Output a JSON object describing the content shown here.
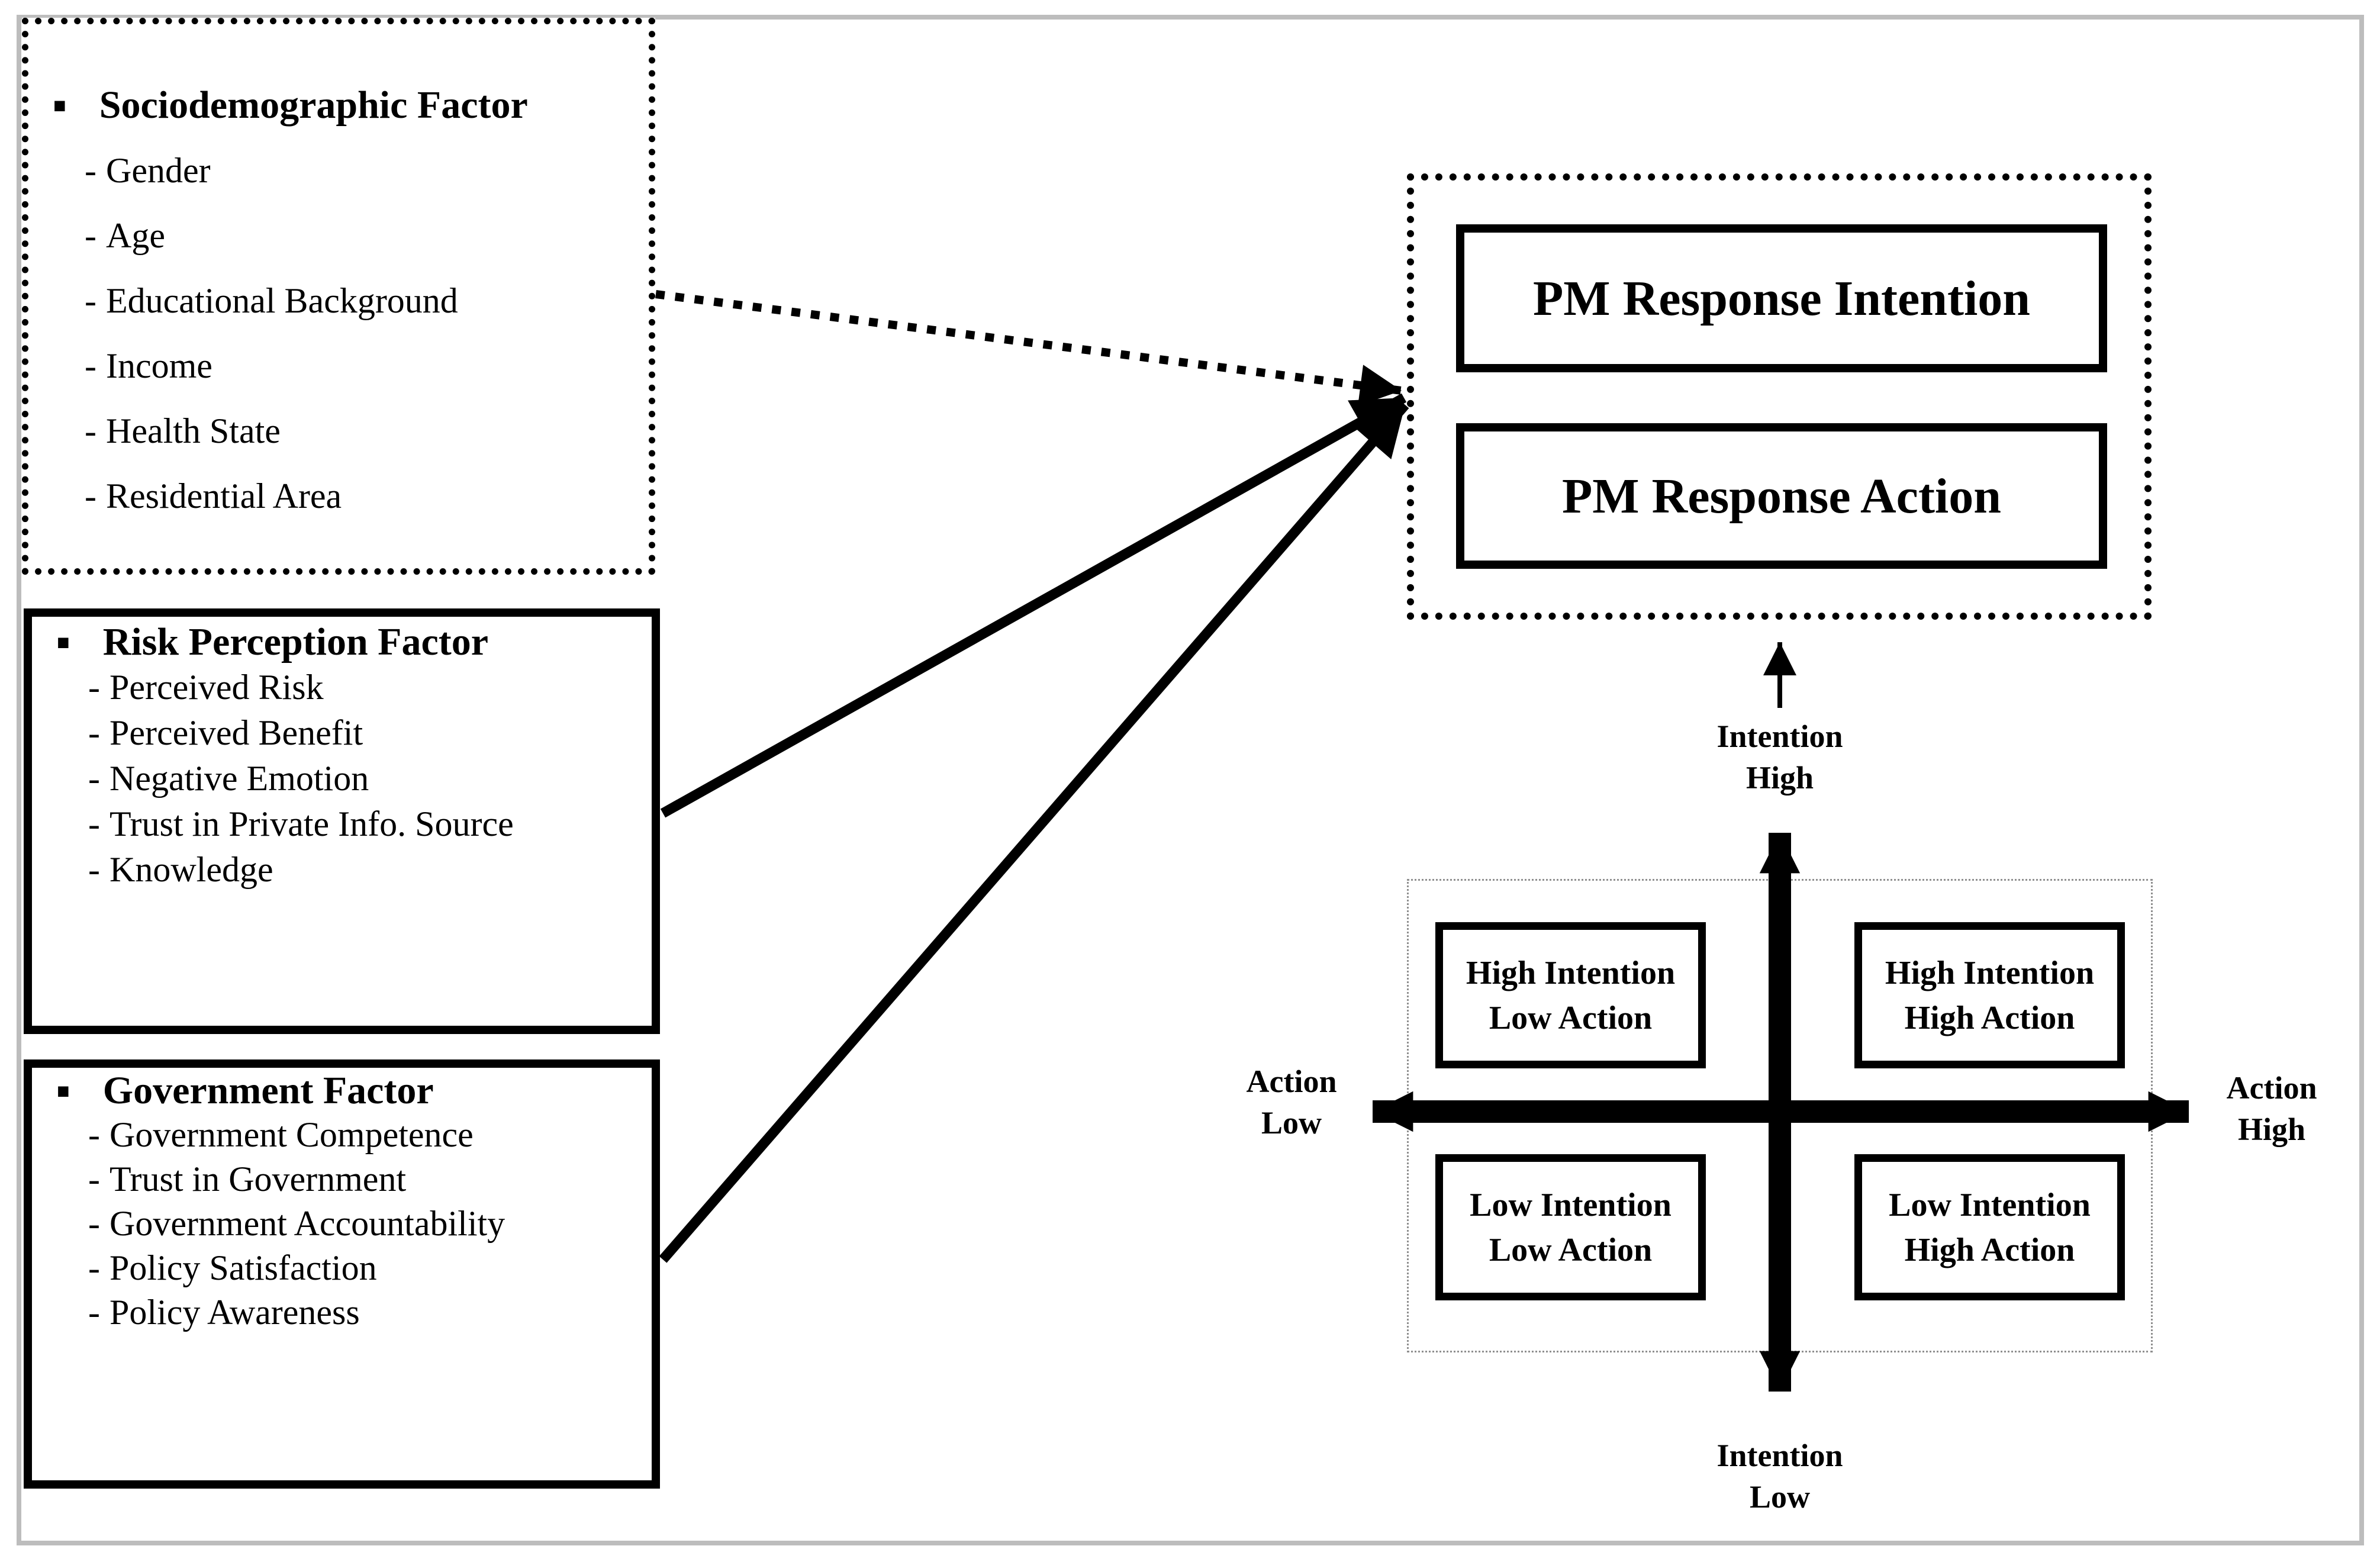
{
  "glyphs": {
    "bullet": "■",
    "item_prefix": "-"
  },
  "panels": [
    {
      "title": "Sociodemographic Factor",
      "items": [
        "Gender",
        "Age",
        "Educational Background",
        "Income",
        "Health State",
        "Residential Area"
      ]
    },
    {
      "title": "Risk Perception Factor",
      "items": [
        "Perceived Risk",
        "Perceived Benefit",
        "Negative Emotion",
        "Trust in Private Info. Source",
        "Knowledge"
      ]
    },
    {
      "title": "Government Factor",
      "items": [
        "Government Competence",
        "Trust in Government",
        "Government Accountability",
        "Policy Satisfaction",
        "Policy Awareness"
      ]
    }
  ],
  "outcome": {
    "intention_label": "PM Response Intention",
    "action_label": "PM Response Action"
  },
  "quadrant": {
    "cells": {
      "tl": {
        "line1": "High Intention",
        "line2": "Low Action"
      },
      "tr": {
        "line1": "High Intention",
        "line2": "High Action"
      },
      "bl": {
        "line1": "Low Intention",
        "line2": "Low Action"
      },
      "br": {
        "line1": "Low Intention",
        "line2": "High Action"
      }
    },
    "axes": {
      "top": {
        "line1": "Intention",
        "line2": "High"
      },
      "bottom": {
        "line1": "Intention",
        "line2": "Low"
      },
      "left": {
        "line1": "Action",
        "line2": "Low"
      },
      "right": {
        "line1": "Action",
        "line2": "High"
      }
    }
  },
  "colors": {
    "ink": "#000000",
    "frame_gray": "#bdbdbd",
    "quadrant_dotted": "#8f8f8f"
  }
}
